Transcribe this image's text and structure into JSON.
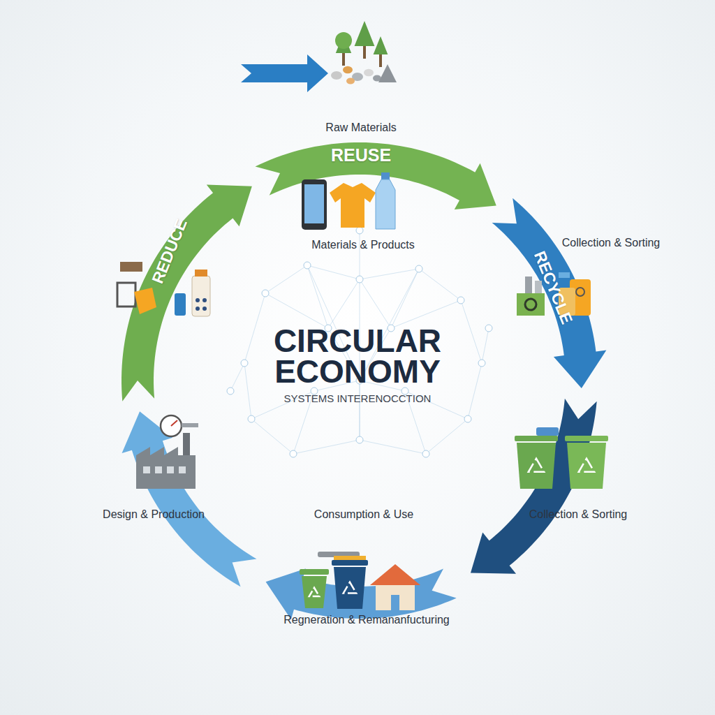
{
  "diagram": {
    "title": "CIRCULAR ECONOMY",
    "labels": [
      "Raw Materials",
      "REUSE",
      "Materials & Products",
      "Collection & Sorting",
      "RECYCLE",
      "REDUCE",
      "SYSTEMS INTERENOCCTION",
      "Design & Production",
      "Consumption & Use",
      "Collection & Sorting",
      "Regneration & Remananfucturing"
    ]
  }
}
